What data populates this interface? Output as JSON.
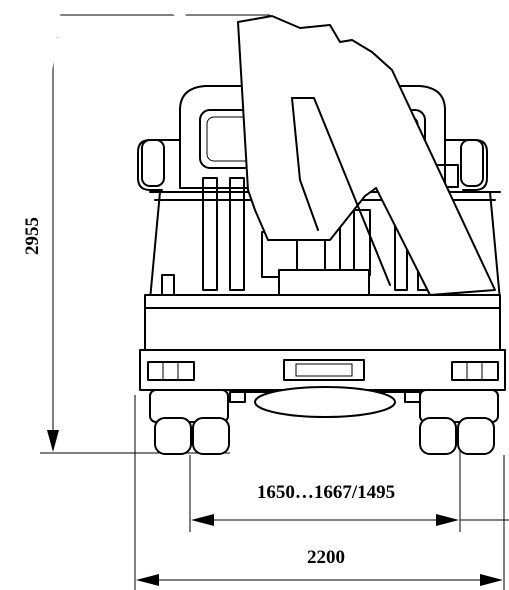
{
  "dimensions": {
    "height": "2955",
    "track": "1650…1667/1495",
    "width": "2200"
  },
  "colors": {
    "line": "#000000",
    "background": "#ffffff",
    "watermark": "#ffffff"
  }
}
